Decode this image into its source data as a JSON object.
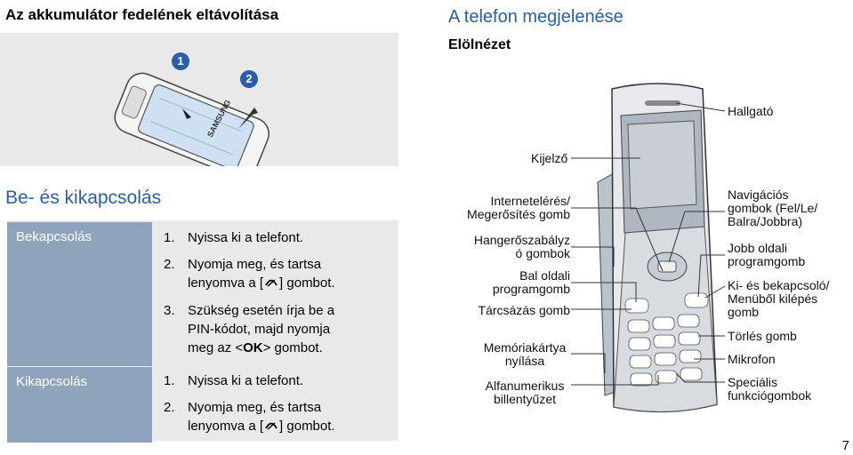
{
  "battery": {
    "title": "Az akkumulátor fedelének eltávolítása",
    "step1": "1",
    "step2": "2",
    "brand": "SAMSUNG"
  },
  "appearance": {
    "title": "A telefon megjelenése",
    "subtitle": "Elölnézet",
    "labels": {
      "earpiece": "Hallgató",
      "display": "Kijelző",
      "internet_confirm": [
        "Internetelérés/",
        "Megerősítés gomb"
      ],
      "volume": [
        "Hangerőszabályz",
        "ó gombok"
      ],
      "left_soft": [
        "Bal oldali",
        "programgomb"
      ],
      "dial": "Tárcsázás gomb",
      "memory_card": [
        "Memóriakártya",
        "nyílása"
      ],
      "alphanumeric": [
        "Alfanumerikus",
        "billentyűzet"
      ],
      "navigation": [
        "Navigációs",
        "gombok (Fel/Le/",
        "Balra/Jobbra)"
      ],
      "right_soft": [
        "Jobb oldali",
        "programgomb"
      ],
      "power_exit": [
        "Ki- és bekapcsoló/",
        "Menüből kilépés",
        "gomb"
      ],
      "clear": "Törlés gomb",
      "microphone": "Mikrofon",
      "special": [
        "Speciális",
        "funkciógombok"
      ]
    }
  },
  "power": {
    "title": "Be- és kikapcsolás",
    "on": {
      "heading": "Bekapcsolás",
      "steps": [
        {
          "n": "1.",
          "lines": [
            "Nyissa ki a telefont."
          ]
        },
        {
          "n": "2.",
          "lines": [
            "Nyomja meg, és tartsa",
            "lenyomva a [",
            "] gombot."
          ]
        },
        {
          "n": "3.",
          "lines": [
            "Szükség esetén írja be a",
            "PIN-kódot, majd nyomja",
            "meg az <",
            "OK",
            "> gombot."
          ]
        }
      ]
    },
    "off": {
      "heading": "Kikapcsolás",
      "steps": [
        {
          "n": "1.",
          "lines": [
            "Nyissa ki a telefont."
          ]
        },
        {
          "n": "2.",
          "lines": [
            "Nyomja meg, és tartsa",
            "lenyomva a [",
            "] gombot."
          ]
        }
      ]
    }
  },
  "page_number": "7",
  "colors": {
    "accent": "#2a5fa8",
    "table_bg": "#e9e9e9",
    "row_head": "#8fa3bc"
  }
}
